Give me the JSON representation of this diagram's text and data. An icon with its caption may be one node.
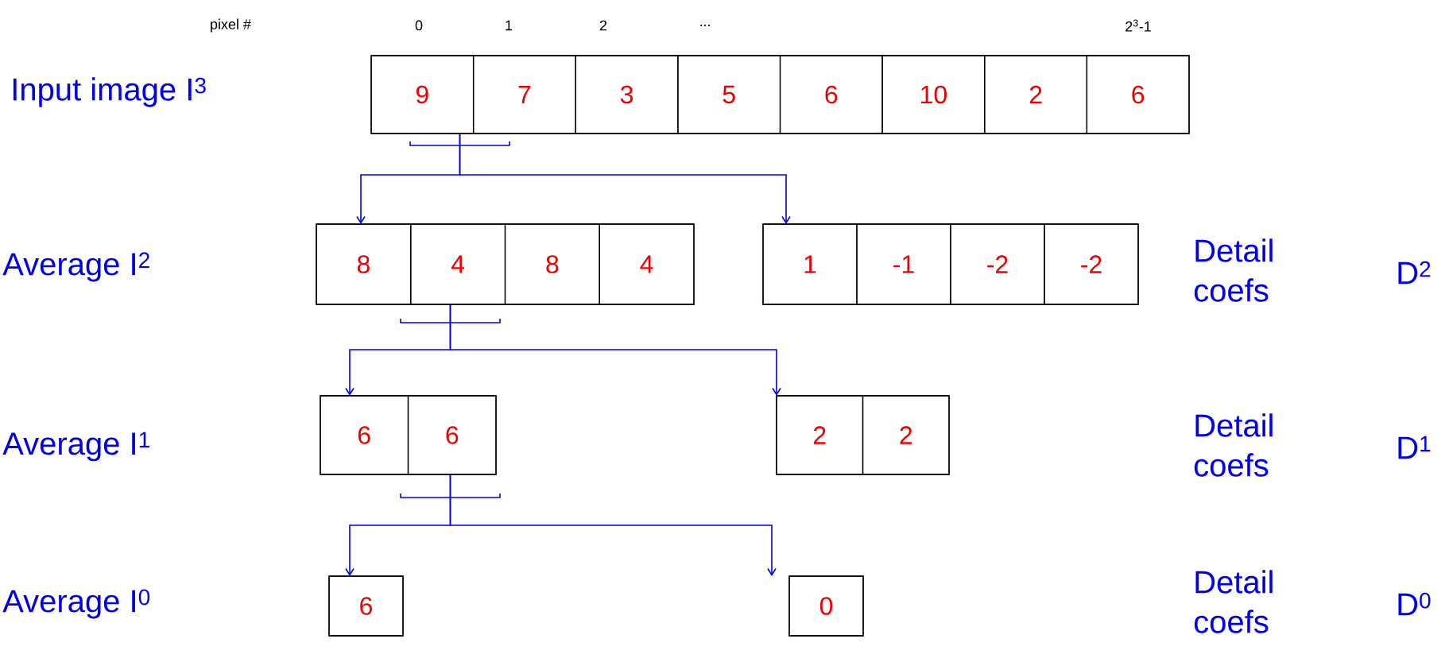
{
  "diagram": {
    "nodes": [
      {
        "text": [],
        "shape": "box"
      },
      {
        "text": [
          "9"
        ],
        "in": 0
      },
      {
        "text": [
          "7"
        ],
        "in": 0
      },
      {
        "text": [
          "3"
        ],
        "in": 0
      },
      {
        "text": [
          "5"
        ],
        "in": 0
      },
      {
        "text": [
          "6"
        ],
        "in": 0
      },
      {
        "text": [
          "10"
        ],
        "in": 0
      },
      {
        "text": [
          "2"
        ],
        "in": 0
      },
      {
        "text": [
          "6"
        ],
        "in": 0
      },
      {
        "text": [],
        "shape": "box"
      },
      {
        "text": [
          "8"
        ],
        "in": 9
      },
      {
        "text": [
          "4"
        ],
        "in": 9
      },
      {
        "text": [
          "8"
        ],
        "in": 9
      },
      {
        "text": [
          "4"
        ],
        "in": 9
      },
      {
        "text": [],
        "shape": "box"
      },
      {
        "text": [
          "1"
        ],
        "in": 14
      },
      {
        "text": [
          "-1"
        ],
        "in": 14
      },
      {
        "text": [
          "-2"
        ],
        "in": 14
      },
      {
        "text": [
          "-2"
        ],
        "in": 14
      },
      {
        "text": [],
        "shape": "box"
      },
      {
        "text": [
          "6"
        ],
        "in": 19
      },
      {
        "text": [
          "6"
        ],
        "in": 19
      },
      {
        "text": [],
        "shape": "box"
      },
      {
        "text": [
          "2"
        ],
        "in": 22
      },
      {
        "text": [
          "2"
        ],
        "in": 22
      },
      {
        "text": [],
        "shape": "box"
      },
      {
        "text": [
          "6"
        ],
        "in": 25
      },
      {
        "text": [],
        "shape": "box"
      },
      {
        "text": [
          "0"
        ],
        "in": 27
      }
    ],
    "edges": [
      {
        "from": 0,
        "to": 9,
        "arrow": "to"
      },
      {
        "from": 0,
        "to": 14,
        "arrow": "to"
      },
      {
        "from": 9,
        "to": 19,
        "arrow": "to"
      },
      {
        "from": 9,
        "to": 22,
        "arrow": "to"
      },
      {
        "from": 19,
        "to": 25,
        "arrow": "to"
      },
      {
        "from": 19,
        "to": 27,
        "arrow": "to"
      }
    ],
    "labels": [
      "pixel #",
      "0",
      "1",
      "2",
      "...",
      "2$^{3}$-1",
      "Input image I$^{3}$",
      "Average I$^{2}$",
      "Detail coefs",
      "D$^{2}$",
      "Average I$^{1}$",
      "Detail coefs",
      "D$^{1}$",
      "Average I$^{0}$",
      "Detail coefs",
      "D$^{0}$"
    ]
  }
}
